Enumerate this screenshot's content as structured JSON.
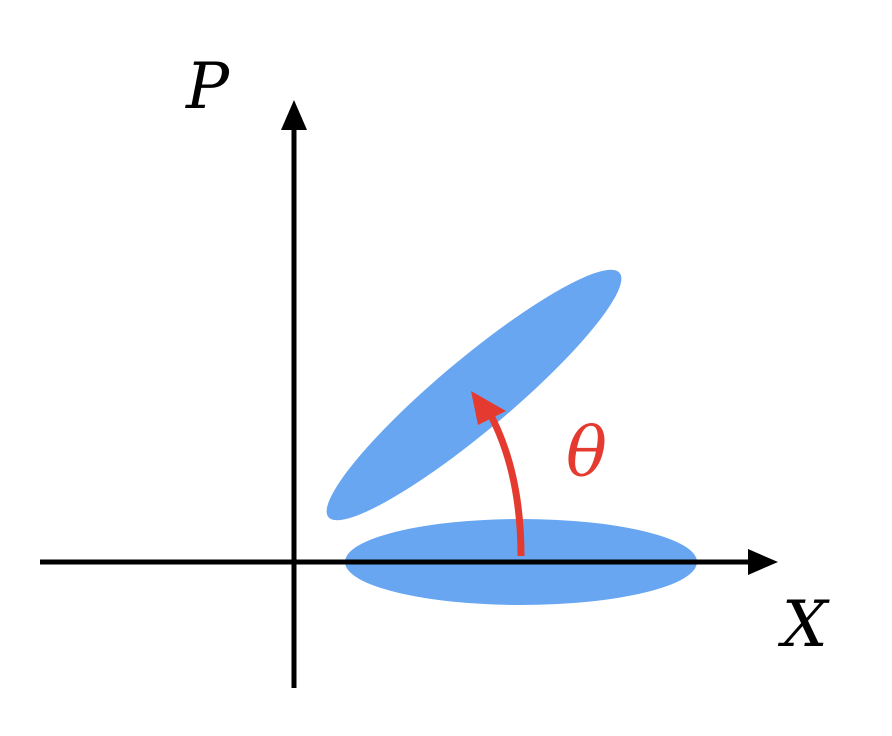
{
  "diagram": {
    "axes": {
      "x_label": "X",
      "y_label": "P"
    },
    "rotation": {
      "angle_label": "θ"
    },
    "colors": {
      "axis": "#000000",
      "ellipse": "#68a6f2",
      "arrow": "#e53a2f",
      "label": "#000000"
    }
  }
}
